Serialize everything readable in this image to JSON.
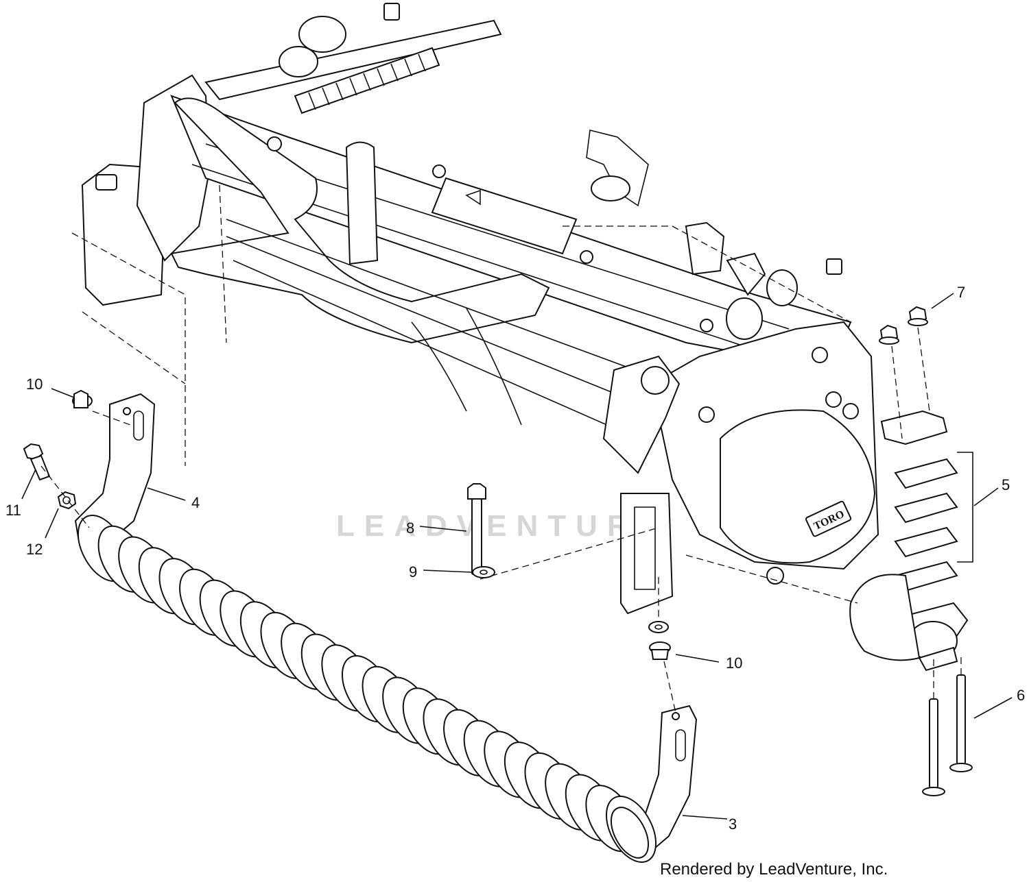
{
  "watermark": "LEADVENTURE",
  "credit": "Rendered by LeadVenture, Inc.",
  "logo_text": "TORO",
  "callouts": [
    {
      "id": "c3",
      "label": "3"
    },
    {
      "id": "c4",
      "label": "4"
    },
    {
      "id": "c5",
      "label": "5"
    },
    {
      "id": "c6",
      "label": "6"
    },
    {
      "id": "c7",
      "label": "7"
    },
    {
      "id": "c8",
      "label": "8"
    },
    {
      "id": "c9",
      "label": "9"
    },
    {
      "id": "c10a",
      "label": "10"
    },
    {
      "id": "c10b",
      "label": "10"
    },
    {
      "id": "c11",
      "label": "11"
    },
    {
      "id": "c12",
      "label": "12"
    }
  ]
}
